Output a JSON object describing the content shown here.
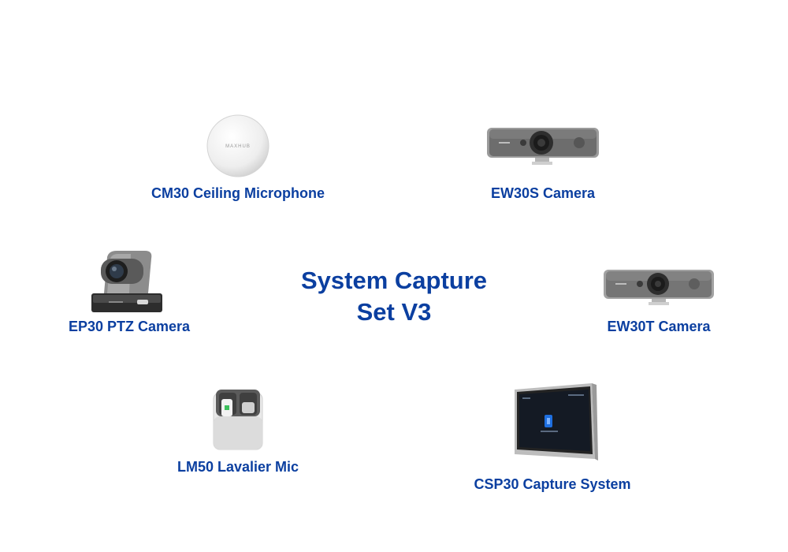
{
  "title": {
    "line1": "System Capture",
    "line2": "Set V3"
  },
  "products": [
    {
      "name": "CM30 Ceiling Microphone",
      "icon": "ceiling-microphone-icon",
      "logo_text": "MAXHUB"
    },
    {
      "name": "EW30S Camera",
      "icon": "webcam-bar-icon"
    },
    {
      "name": "EP30 PTZ Camera",
      "icon": "ptz-camera-icon"
    },
    {
      "name": "EW30T Camera",
      "icon": "webcam-bar-icon"
    },
    {
      "name": "LM50 Lavalier Mic",
      "icon": "lavalier-mic-case-icon"
    },
    {
      "name": "CSP30 Capture System",
      "icon": "capture-tablet-icon"
    }
  ],
  "colors": {
    "text": "#0b3fa0",
    "background": "#ffffff"
  }
}
